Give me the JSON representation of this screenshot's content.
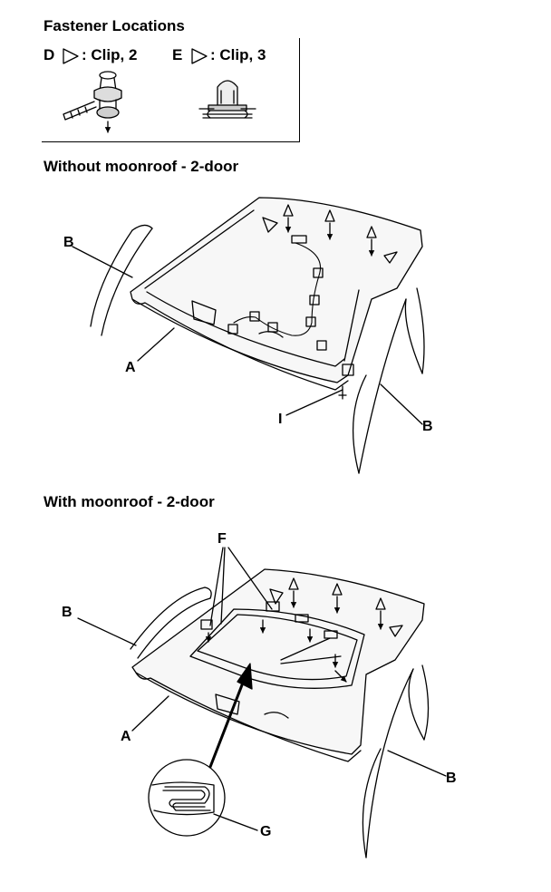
{
  "fastener_section": {
    "title": "Fastener Locations",
    "legend": [
      {
        "letter": "D",
        "text": ": Clip, 2"
      },
      {
        "letter": "E",
        "text": ": Clip, 3"
      }
    ]
  },
  "without_moonroof": {
    "title": "Without moonroof - 2-door",
    "callouts": {
      "A": "A",
      "B_left": "B",
      "B_right": "B",
      "D1": "D",
      "D2": "D",
      "E1": "E",
      "E2": "E",
      "E3": "E",
      "I": "I"
    }
  },
  "with_moonroof": {
    "title": "With moonroof - 2-door",
    "callouts": {
      "A": "A",
      "B_left": "B",
      "B_right": "B",
      "D1": "D",
      "D2": "D",
      "E1": "E",
      "E2": "E",
      "E3": "E",
      "F_top": "F",
      "F_mid": "F",
      "G": "G"
    }
  }
}
